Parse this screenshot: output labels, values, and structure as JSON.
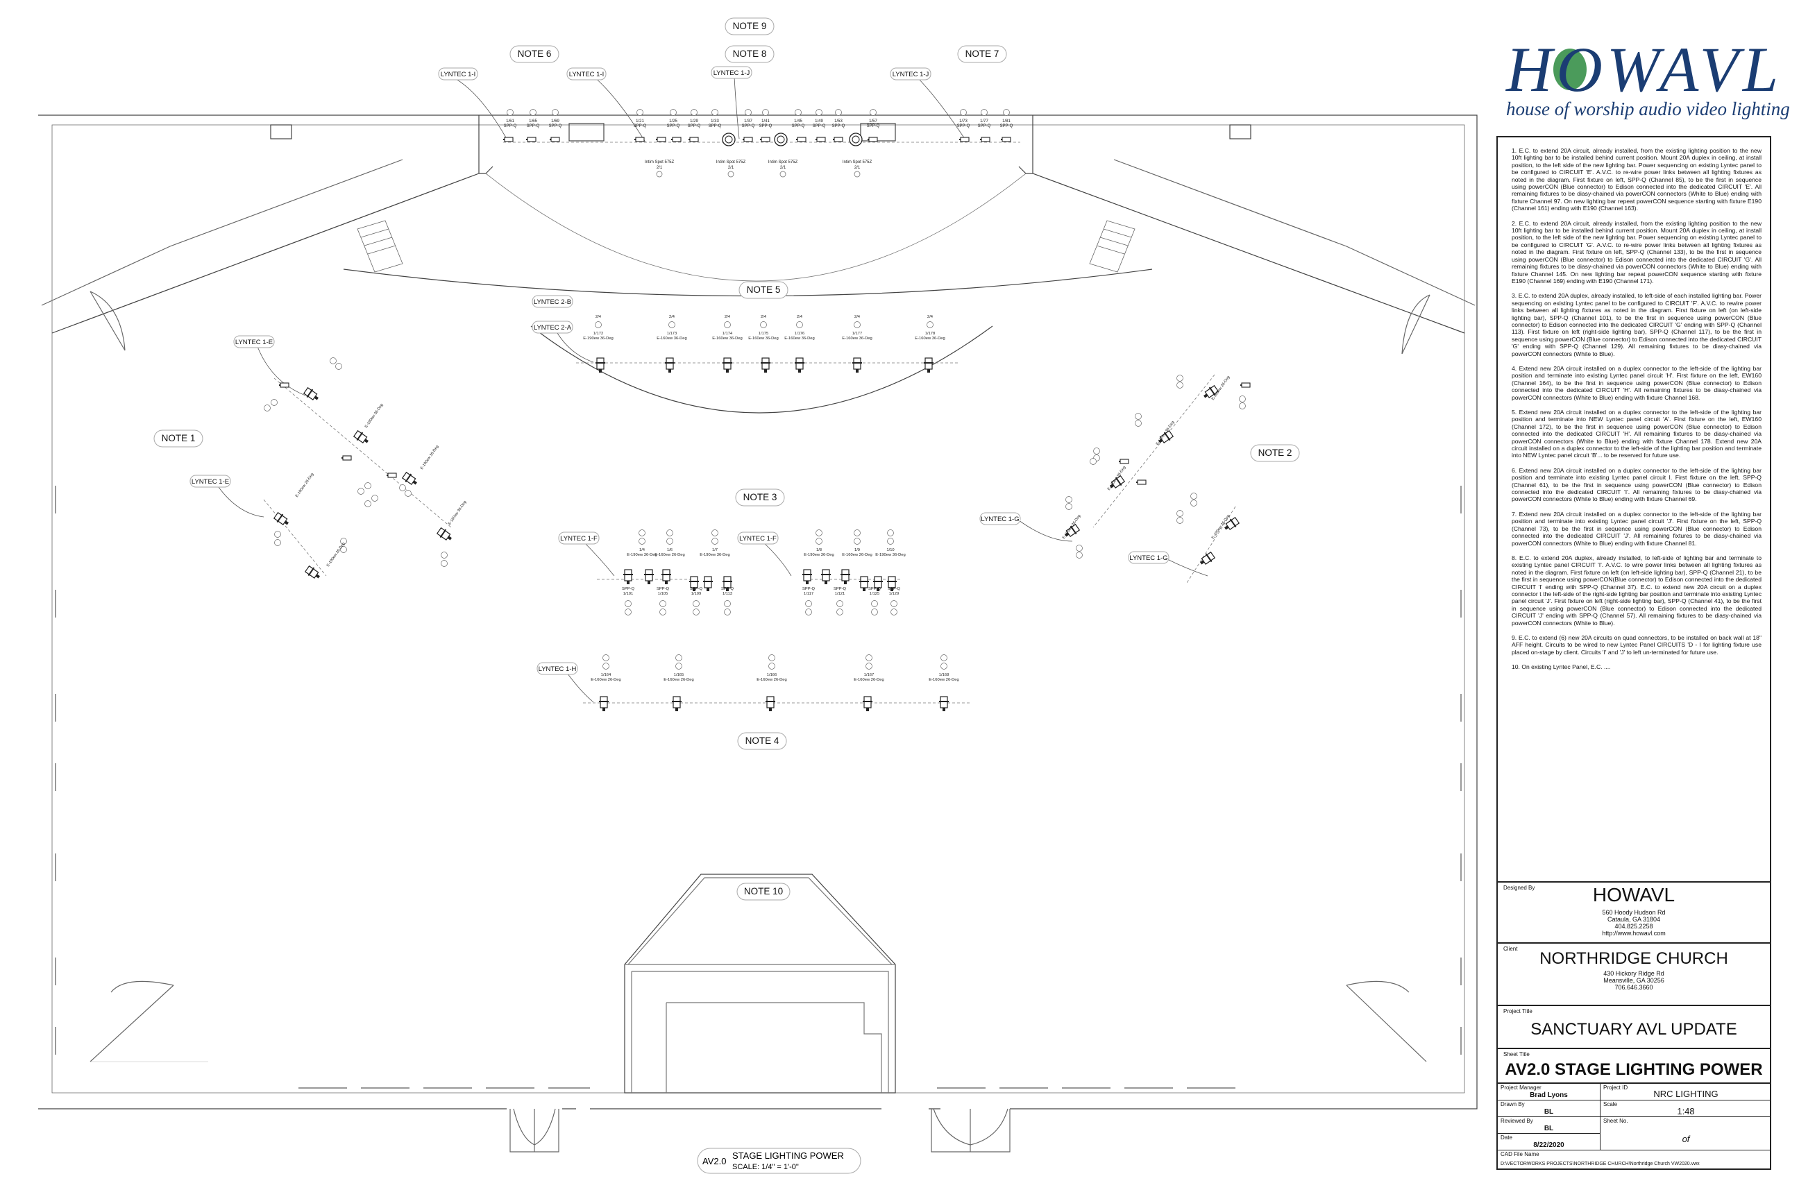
{
  "notes_markers": [
    {
      "label": "NOTE 9"
    },
    {
      "label": "NOTE 6"
    },
    {
      "label": "NOTE 8"
    },
    {
      "label": "NOTE 7"
    },
    {
      "label": "NOTE 5"
    },
    {
      "label": "NOTE 1"
    },
    {
      "label": "NOTE 2"
    },
    {
      "label": "NOTE 3"
    },
    {
      "label": "NOTE 4"
    },
    {
      "label": "NOTE 10"
    }
  ],
  "circuit_labels": [
    {
      "label": "LYNTEC 1-I"
    },
    {
      "label": "LYNTEC 1-I"
    },
    {
      "label": "LYNTEC 1-J"
    },
    {
      "label": "LYNTEC 1-J"
    },
    {
      "label": "LYNTEC 2-B"
    },
    {
      "label": "LYNTEC 2-A"
    },
    {
      "label": "LYNTEC 1-E"
    },
    {
      "label": "LYNTEC 1-E"
    },
    {
      "label": "LYNTEC 1-G"
    },
    {
      "label": "LYNTEC 1-G"
    },
    {
      "label": "LYNTEC 1-F"
    },
    {
      "label": "LYNTEC 1-F"
    },
    {
      "label": "LYNTEC 1-H"
    }
  ],
  "drawing_title": {
    "sheet": "AV2.0",
    "name": "STAGE LIGHTING POWER",
    "scale": "SCALE: 1/4\" = 1'-0\""
  },
  "fixture_types": {
    "spp": "SPP-Q",
    "spot": "Intim Spot 575Z",
    "e150": "E-190ew 36-Deg",
    "e126": "E-160ew 26-Deg"
  },
  "logo": {
    "word": "HOWAVL",
    "tagline": "house of worship audio video lighting"
  },
  "notes": [
    "1.  E.C. to extend 20A circuit, already installed, from the existing lighting position to the new 10ft lighting bar to be installed behind current position. Mount 20A duplex in ceiling, at install position, to the left side of the new lighting bar.  Power sequencing on existing Lyntec panel to be configured to CIRCUIT 'E'.  A.V.C. to re-wire power links between all lighting fixtures as noted in the diagram.  First fixture on left, SPP-Q (Channel 85), to be the first in sequence using powerCON (Blue connector) to Edison connected into the dedicated CIRCUIT 'E'.  All remaining fixtures to be diasy-chained via powerCON connectors (White to Blue) ending with fixture Channel 97.  On new lighting bar repeat powerCON sequence starting with fixture E190 (Channel 161) ending with E190 (Channel 163).",
    "2.  E.C. to extend 20A circuit, already installed, from the existing lighting position to the new 10ft lighting bar to be installed behind current position. Mount 20A duplex in ceiling, at install position, to the left side of the new lighting bar.  Power sequencing on existing Lyntec panel to be configured to CIRCUIT 'G'.  A.V.C. to re-wire power links between all lighting fixtures as noted in the diagram.  First fixture on left, SPP-Q (Channel 133), to be the first in sequence using powerCON (Blue connector) to Edison connected into the dedicated CIRCUIT 'G'.  All remaining fixtures to be diasy-chained via powerCON connectors (White to Blue) ending with fixture Channel 145.  On new lighting bar repeat powerCON sequence starting with fixture E190 (Channel 169) ending with E190 (Channel 171).",
    "3.  E.C. to extend 20A duplex, already installed, to left-side of each installed lighting bar. Power sequencing on existing Lyntec panel to be configured to CIRCUIT 'F'.  A.V.C. to rewire power links between all lighting fixtures as noted in the diagram.  First fixture on left (on left-side lighting bar), SPP-Q (Channel 101), to be the first in sequence using powerCON (Blue connector) to Edison connected into the dedicated CIRCUIT 'G' ending with SPP-Q (Channel 113).  First fixture on left (right-side lighting bar), SPP-Q (Channel 117), to be the first in sequence using powerCON (Blue connector) to Edison connected into the dedicated CIRCUIT 'G' ending with SPP-Q (Channel 129).  All remaining fixtures to be diasy-chained via powerCON connectors (White to Blue).",
    "4.  Extend new 20A circuit installed on a duplex connector to the left-side of the lighting bar position and terminate into existing Lyntec panel circuit 'H'.  First fixture on the left, EW160 (Channel 164), to be the first in sequence using powerCON (Blue connector) to Edison connected into the dedicated CIRCUIT 'H'.  All remaining fixtures to be diasy-chained via powerCON connectors (White to Blue) ending with fixture Channel 168.",
    "5.  Extend new 20A circuit installed on a duplex connector to the left-side of the lighting bar position and terminate into NEW Lyntec panel circuit 'A'.  First fixture on the left, EW160 (Channel 172), to be the first in sequence using powerCON (Blue connector) to Edison connected into the dedicated CIRCUIT 'H'.  All remaining fixtures to be diasy-chained via powerCON connectors (White to Blue) ending with fixture Channel 178.  Extend new 20A circuit installed on a duplex connector to the left-side of the lighting bar position and terminate into NEW Lyntec panel circuit 'B'... to be reserved for future use.",
    "6.  Extend new 20A circuit installed on a duplex connector to the left-side of the lighting bar position and terminate into existing Lyntec panel circuit I.  First fixture on the left, SPP-Q (Channel 61), to be the first in sequence using powerCON (Blue connector) to Edison connected into the dedicated CIRCUIT 'I'.  All remaining fixtures to be diasy-chained via powerCON connectors (White to Blue) ending with fixture Channel 69.",
    "7.  Extend new 20A circuit installed on a duplex connector to the left-side of the lighting bar position and terminate into existing Lyntec panel circuit 'J'.  First fixture on the left, SPP-Q (Channel 73), to be the first in sequence using powerCON (Blue connector) to Edison connected into the dedicated CIRCUIT 'J'.  All remaining fixtures to be diasy-chained via powerCON connectors (White to Blue) ending with fixture Channel 81.",
    "8.  E.C. to extend 20A duplex, already installed, to left-side of lighting bar and terminate to existing Lyntec panel CIRCUIT 'I'.  A.V.C. to wire power links between all lighting fixtures as noted in the diagram.  First fixture on left (on left-side lighting bar), SPP-Q (Channel 21), to be the first in sequence using powerCON(Blue connector) to Edison connected into the dedicated CIRCUIT 'I' ending with SPP-Q (Channel 37).  E.C. to extend new 20A circuit on a duplex connector t the left-side of the right-side lighting bar position and terminate into existing Lyntec panel circuit 'J'. First fixture on left (right-side lighting bar), SPP-Q (Channel 41), to be the first in sequence using powerCON (Blue connector) to Edison connected into the dedicated CIRCUIT 'J' ending with SPP-Q (Channel 57).  All remaining fixtures to be diasy-chained via powerCON connectors (White to Blue).",
    "9.  E.C. to extend (6) new 20A circuits on quad connectors, to be installed on back wall at 18\" AFF height.  Circuits to be wired to new Lyntec Panel CIRCUITS 'D - I for lighting fixture use placed on-stage by client.  Circuits 'I' and 'J' to left un-terminated for future use.",
    "10.  On existing Lyntec Panel, E.C. ...."
  ],
  "designer": {
    "label": "Designed By",
    "name": "HOWAVL",
    "addr1": "560 Hoody Hudson Rd",
    "addr2": "Cataula, GA 31804",
    "phone": "404.825.2258",
    "web": "http://www.howavl.com"
  },
  "client": {
    "label": "Client",
    "name": "NORTHRIDGE CHURCH",
    "addr1": "430 Hickory Ridge Rd",
    "addr2": "Meansville, GA 30256",
    "phone": "706.646.3660"
  },
  "project": {
    "label": "Project Title",
    "title": "SANCTUARY AVL UPDATE"
  },
  "sheet": {
    "label": "Sheet Title",
    "title": "AV2.0 STAGE LIGHTING POWER"
  },
  "info": {
    "pm_label": "Project Manager",
    "pm": "Brad Lyons",
    "pid_label": "Project ID",
    "pid": "NRC LIGHTING",
    "drawn_label": "Drawn By",
    "drawn": "BL",
    "scale_label": "Scale",
    "scale": "1:48",
    "reviewed_label": "Reviewed By",
    "reviewed": "BL",
    "sheetno_label": "Sheet No.",
    "sheetno_of": "of",
    "date_label": "Date",
    "date": "8/22/2020",
    "cad_label": "CAD File Name",
    "cad": "D:\\VECTORWORKS PROJECTS\\NORTHRIDGE CHURCH\\Northridge Church VW2020.vwx"
  }
}
